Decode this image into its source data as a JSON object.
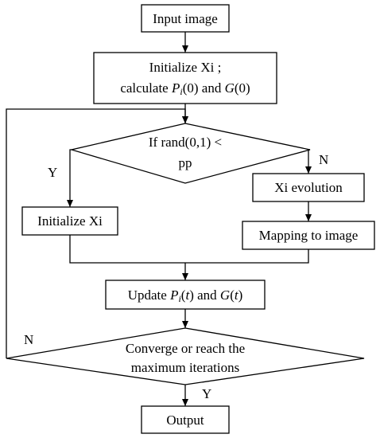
{
  "nodes": {
    "input": "Input image",
    "init_line1": "Initialize Xi ;",
    "init_line2_a": "calculate ",
    "init_line2_p": "P",
    "init_line2_i": "i",
    "init_line2_b": "(0) and ",
    "init_line2_g": "G",
    "init_line2_c": "(0)",
    "decision1_line1": "If rand(0,1) <",
    "decision1_line2": "pp",
    "reinit": "Initialize Xi",
    "evolution": "Xi evolution",
    "mapping": "Mapping to image",
    "update_a": "Update ",
    "update_p": "P",
    "update_i": "i",
    "update_b": "(",
    "update_t1": "t",
    "update_c": ") and ",
    "update_g": "G",
    "update_d": "(",
    "update_t2": "t",
    "update_e": ")",
    "decision2_line1": "Converge or reach the",
    "decision2_line2": "maximum iterations",
    "output": "Output"
  },
  "edge_labels": {
    "decision1_yes": "Y",
    "decision1_no": "N",
    "decision2_no": "N",
    "decision2_yes": "Y"
  }
}
